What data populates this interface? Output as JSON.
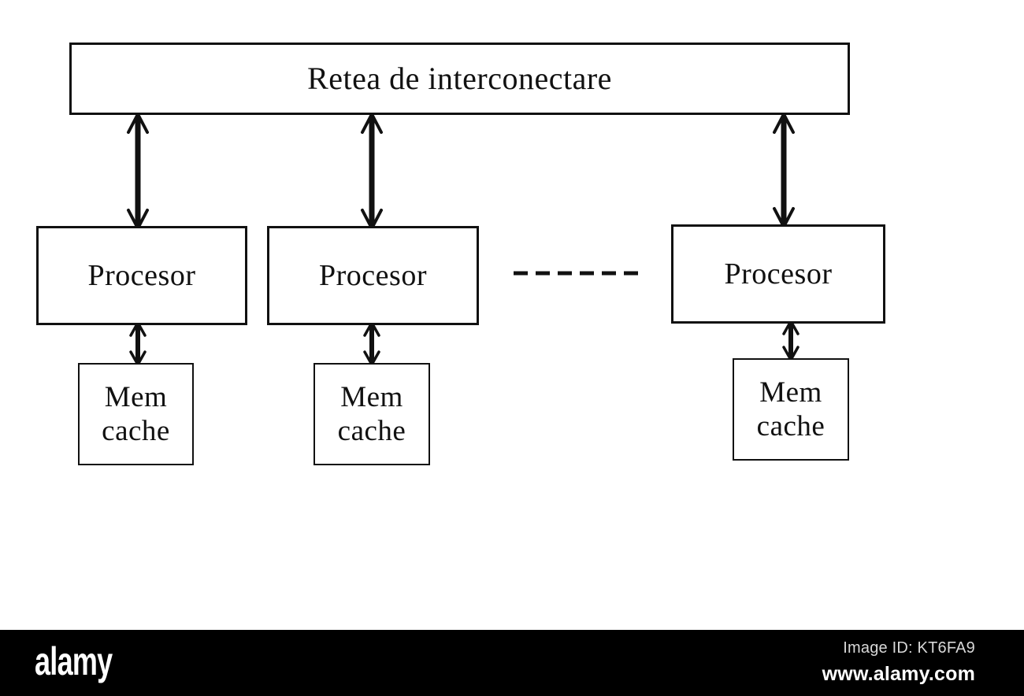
{
  "diagram": {
    "title": "Retea de interconectare",
    "type": "block-diagram",
    "language": "ro",
    "background_color": "#ffffff",
    "line_color": "#111111",
    "network": {
      "label": "Retea de interconectare"
    },
    "processors": [
      {
        "label": "Procesor"
      },
      {
        "label": "Procesor"
      },
      {
        "label": "Procesor"
      }
    ],
    "caches": [
      {
        "line1": "Mem",
        "line2": "cache"
      },
      {
        "line1": "Mem",
        "line2": "cache"
      },
      {
        "line1": "Mem",
        "line2": "cache"
      }
    ],
    "ellipsis": {
      "style": "dashed-horizontal",
      "dash_count": 6,
      "meaning": "more processors"
    },
    "connectors": {
      "network_to_processor": "bidirectional-arrow",
      "processor_to_cache": "bidirectional-arrow",
      "count_network_to_processor": 3,
      "count_processor_to_cache": 3
    }
  },
  "watermark": {
    "logo": "alamy",
    "image_id": "Image ID: KT6FA9",
    "url": "www.alamy.com",
    "bar_color": "#000000"
  }
}
